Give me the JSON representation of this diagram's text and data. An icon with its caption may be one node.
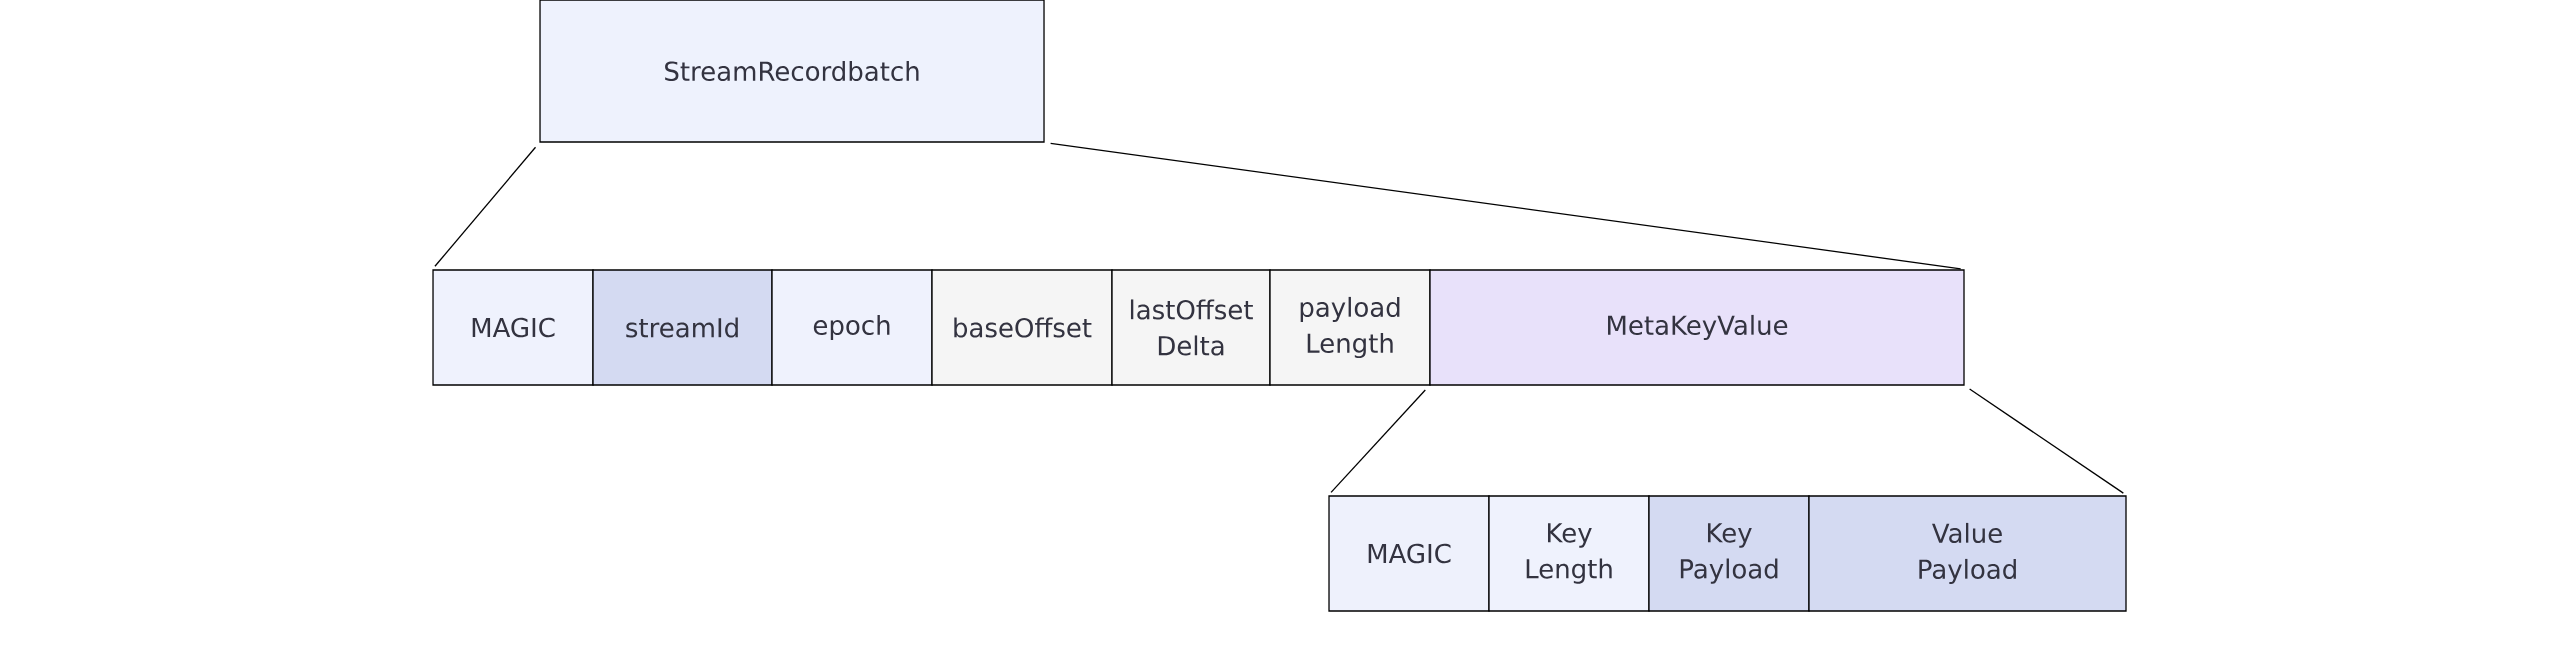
{
  "diagram": {
    "nodes": [
      {
        "text": [
          "StreamRecordbatch"
        ]
      },
      {
        "text": [
          "MAGIC"
        ]
      },
      {
        "text": [
          "streamId"
        ]
      },
      {
        "text": [
          "epoch"
        ]
      },
      {
        "text": [
          "baseOffset"
        ]
      },
      {
        "text": [
          "lastOffset Delta"
        ]
      },
      {
        "text": [
          "payload Length"
        ]
      },
      {
        "text": [
          "MetaKeyValue"
        ]
      },
      {
        "text": [
          "MAGIC"
        ]
      },
      {
        "text": [
          "Key Length"
        ]
      },
      {
        "text": [
          "Key Payload"
        ]
      },
      {
        "text": [
          "Value Payload"
        ]
      }
    ],
    "edges": [
      {
        "from": 0,
        "to": 1,
        "arrow": "none"
      },
      {
        "from": 0,
        "to": 7,
        "arrow": "none"
      },
      {
        "from": 7,
        "to": 8,
        "arrow": "none"
      },
      {
        "from": 7,
        "to": 11,
        "arrow": "none"
      }
    ]
  }
}
